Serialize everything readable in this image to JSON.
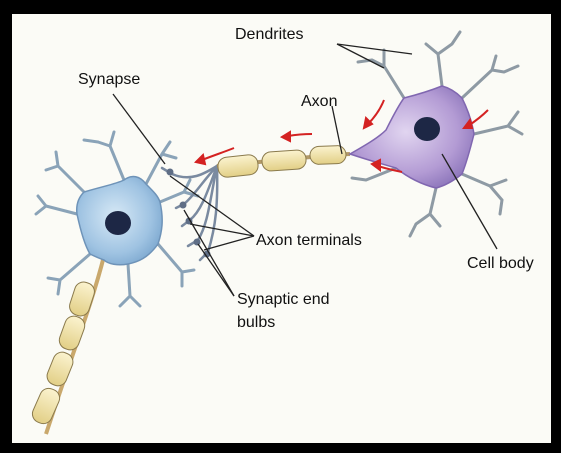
{
  "labels": {
    "dendrites": "Dendrites",
    "synapse": "Synapse",
    "axon": "Axon",
    "axon_terminals": "Axon terminals",
    "cell_body": "Cell body",
    "synaptic_end_bulbs_line1": "Synaptic end",
    "synaptic_end_bulbs_line2": "bulbs"
  },
  "colors": {
    "background": "#fbfbf6",
    "frame": "#000000",
    "left_cell": "#a9cbe6",
    "right_cell": "#b8a2d6",
    "nucleus": "#1d2745",
    "myelin": "#efe1a8",
    "arrows": "#d42222"
  }
}
